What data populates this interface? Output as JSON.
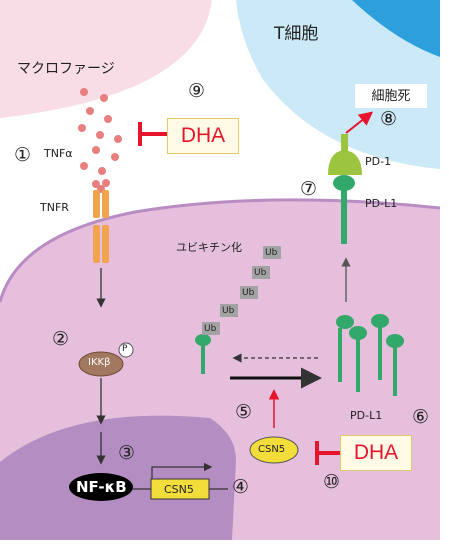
{
  "labels": {
    "macrophage": "マクロファージ",
    "tcell": "T細胞",
    "cell_death": "細胞死",
    "tnfa": "TNFα",
    "tnfr": "TNFR",
    "ikkb": "IKKβ",
    "phospho": "P",
    "nfkb": "NF-κB",
    "csn5_gene": "CSN5",
    "csn5_protein": "CSN5",
    "ubiquitination": "ユビキチン化",
    "ub": [
      "Ub",
      "Ub",
      "Ub",
      "Ub",
      "Ub"
    ],
    "pd1": "PD-1",
    "pdl1_top": "PD-L1",
    "pdl1_bottom": "PD-L1",
    "dha_top": "DHA",
    "dha_bottom": "DHA"
  },
  "steps": [
    "①",
    "②",
    "③",
    "④",
    "⑤",
    "⑥",
    "⑦",
    "⑧",
    "⑨",
    "⑩"
  ],
  "colors": {
    "macrophage": "#f8dde6",
    "tcell": "#cce9f7",
    "tcell_nucleus": "#2d9fdd",
    "cytoplasm": "#e5bfdc",
    "nucleus": "#b48ec2",
    "tnfa_dot": "#e87e7e",
    "receptor": "#f0a44e",
    "pdl1": "#33a86b",
    "pd1": "#9cc43e",
    "ub": "#a3a3a3",
    "ikk": "#a27960",
    "csn5": "#f3dd3a",
    "inhibit": "#e8142c"
  }
}
